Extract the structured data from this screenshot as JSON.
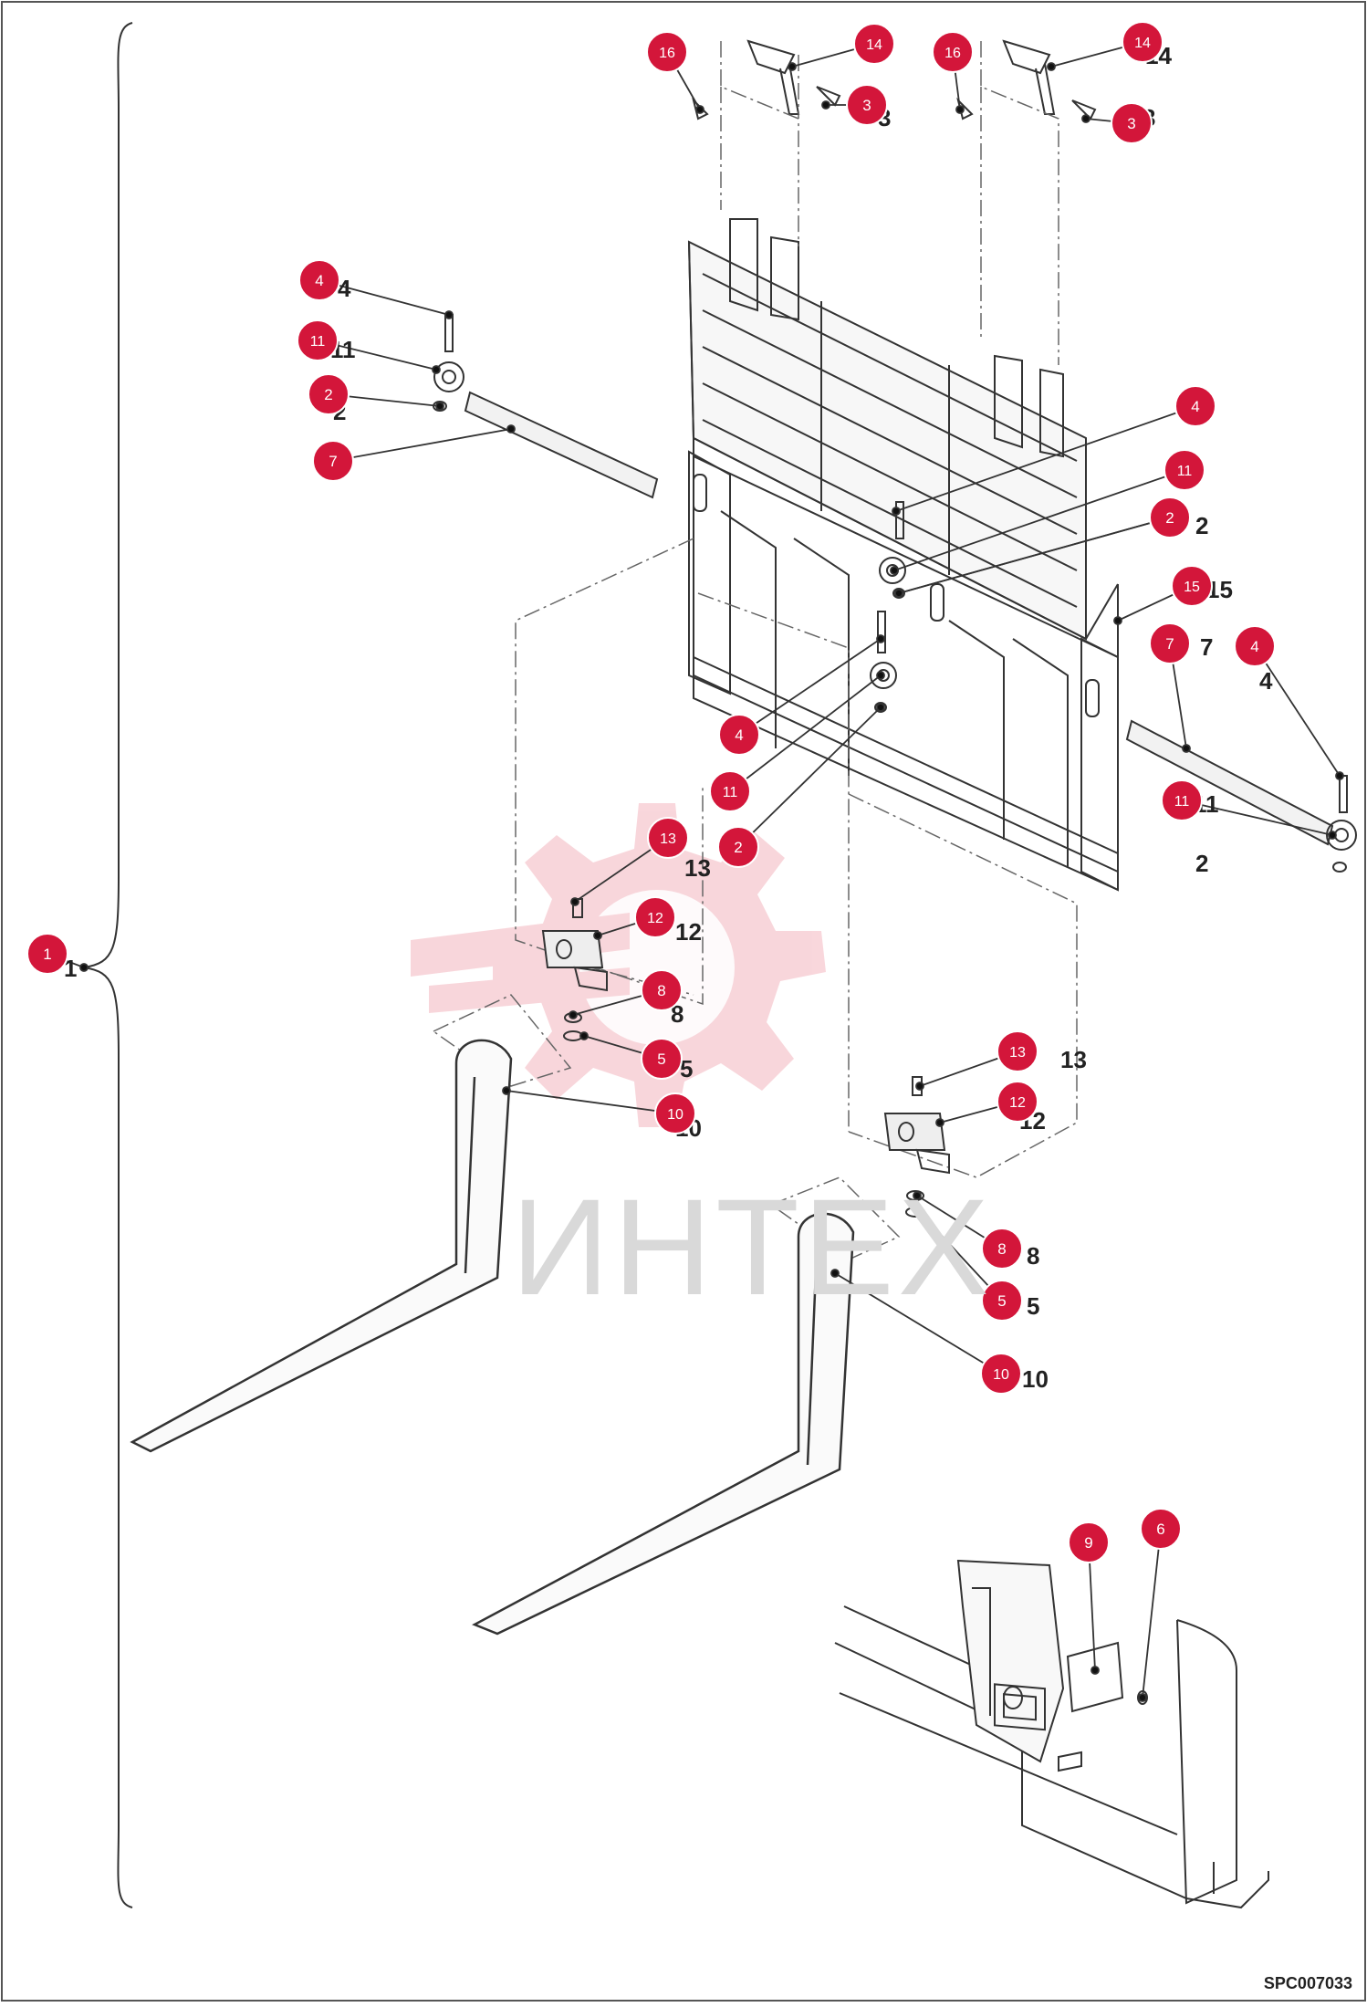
{
  "drawing_code": "SPC007033",
  "watermark": "ИНТЕХ",
  "accent_color": "#d3163a",
  "callouts": [
    "1",
    "2",
    "2",
    "2",
    "2",
    "3",
    "3",
    "4",
    "4",
    "4",
    "4",
    "5",
    "5",
    "6",
    "7",
    "7",
    "8",
    "8",
    "9",
    "10",
    "10",
    "11",
    "11",
    "11",
    "11",
    "12",
    "12",
    "13",
    "13",
    "14",
    "14",
    "15",
    "16",
    "16"
  ],
  "ghost_numbers": [
    "4",
    "11",
    "2",
    "14",
    "3",
    "14",
    "3",
    "1",
    "2",
    "15",
    "7",
    "4",
    "11",
    "2",
    "13",
    "12",
    "8",
    "5",
    "10",
    "13",
    "12",
    "8",
    "5",
    "10"
  ]
}
